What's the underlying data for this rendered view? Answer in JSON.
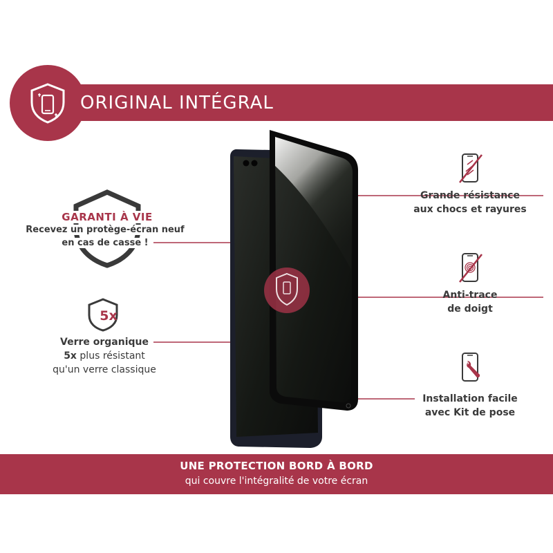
{
  "colors": {
    "accent": "#a8354a",
    "dark_line": "#3a3a3a",
    "phone_body": "#1c1f2b"
  },
  "header": {
    "title": "ORIGINAL INTÉGRAL",
    "icon": "shield-phone-icon"
  },
  "guarantee": {
    "icon": "shield-outline-icon",
    "title": "GARANTI À VIE",
    "line1": "Recevez un protège-écran neuf",
    "line2": "en cas de casse !"
  },
  "glass": {
    "icon": "shield-5x-icon",
    "badge": "5x",
    "line1": "Verre organique",
    "line2_bold": "5x",
    "line2_rest": " plus résistant",
    "line3": "qu'un verre classique"
  },
  "features": [
    {
      "icon": "phone-crossed-scratch-icon",
      "line1": "Grande résistance",
      "line2": "aux chocs et rayures"
    },
    {
      "icon": "phone-crossed-fingerprint-icon",
      "line1": "Anti-trace",
      "line2": "de doigt"
    },
    {
      "icon": "phone-wrench-icon",
      "line1": "Installation facile",
      "line2": "avec Kit de pose"
    }
  ],
  "footer": {
    "title": "UNE PROTECTION BORD À BORD",
    "subtitle": "qui couvre l'intégralité de votre écran"
  }
}
